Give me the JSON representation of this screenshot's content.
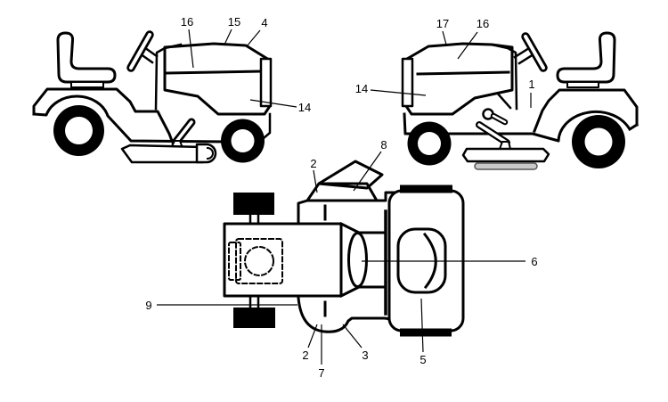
{
  "figure": {
    "background": "#ffffff",
    "line_color": "#000000",
    "deck_strip_fill": "#c9c9c9"
  },
  "callouts": {
    "left_view": [
      {
        "text": "16"
      },
      {
        "text": "15"
      },
      {
        "text": "4"
      },
      {
        "text": "14"
      }
    ],
    "right_view": [
      {
        "text": "17"
      },
      {
        "text": "16"
      },
      {
        "text": "14"
      },
      {
        "text": "1"
      }
    ],
    "top_view": [
      {
        "text": "2"
      },
      {
        "text": "8"
      },
      {
        "text": "6"
      },
      {
        "text": "9"
      },
      {
        "text": "2"
      },
      {
        "text": "7"
      },
      {
        "text": "3"
      },
      {
        "text": "5"
      }
    ]
  }
}
